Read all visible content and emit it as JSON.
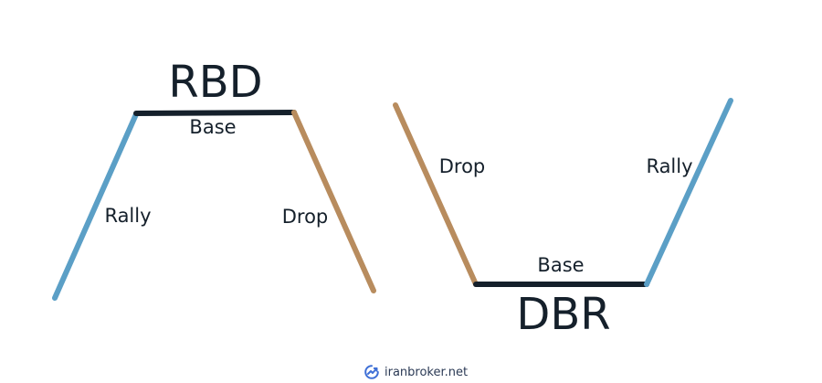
{
  "rbd": {
    "title": "RBD",
    "rally_label": "Rally",
    "base_label": "Base",
    "drop_label": "Drop"
  },
  "dbr": {
    "title": "DBR",
    "drop_label": "Drop",
    "base_label": "Base",
    "rally_label": "Rally"
  },
  "colors": {
    "rally": "#5b9fc6",
    "base": "#15202b",
    "drop": "#b88c5e",
    "brand_icon": "#3e6fd6"
  },
  "footer": {
    "brand_text": "iranbroker.net",
    "icon": "trend-chart-icon"
  }
}
